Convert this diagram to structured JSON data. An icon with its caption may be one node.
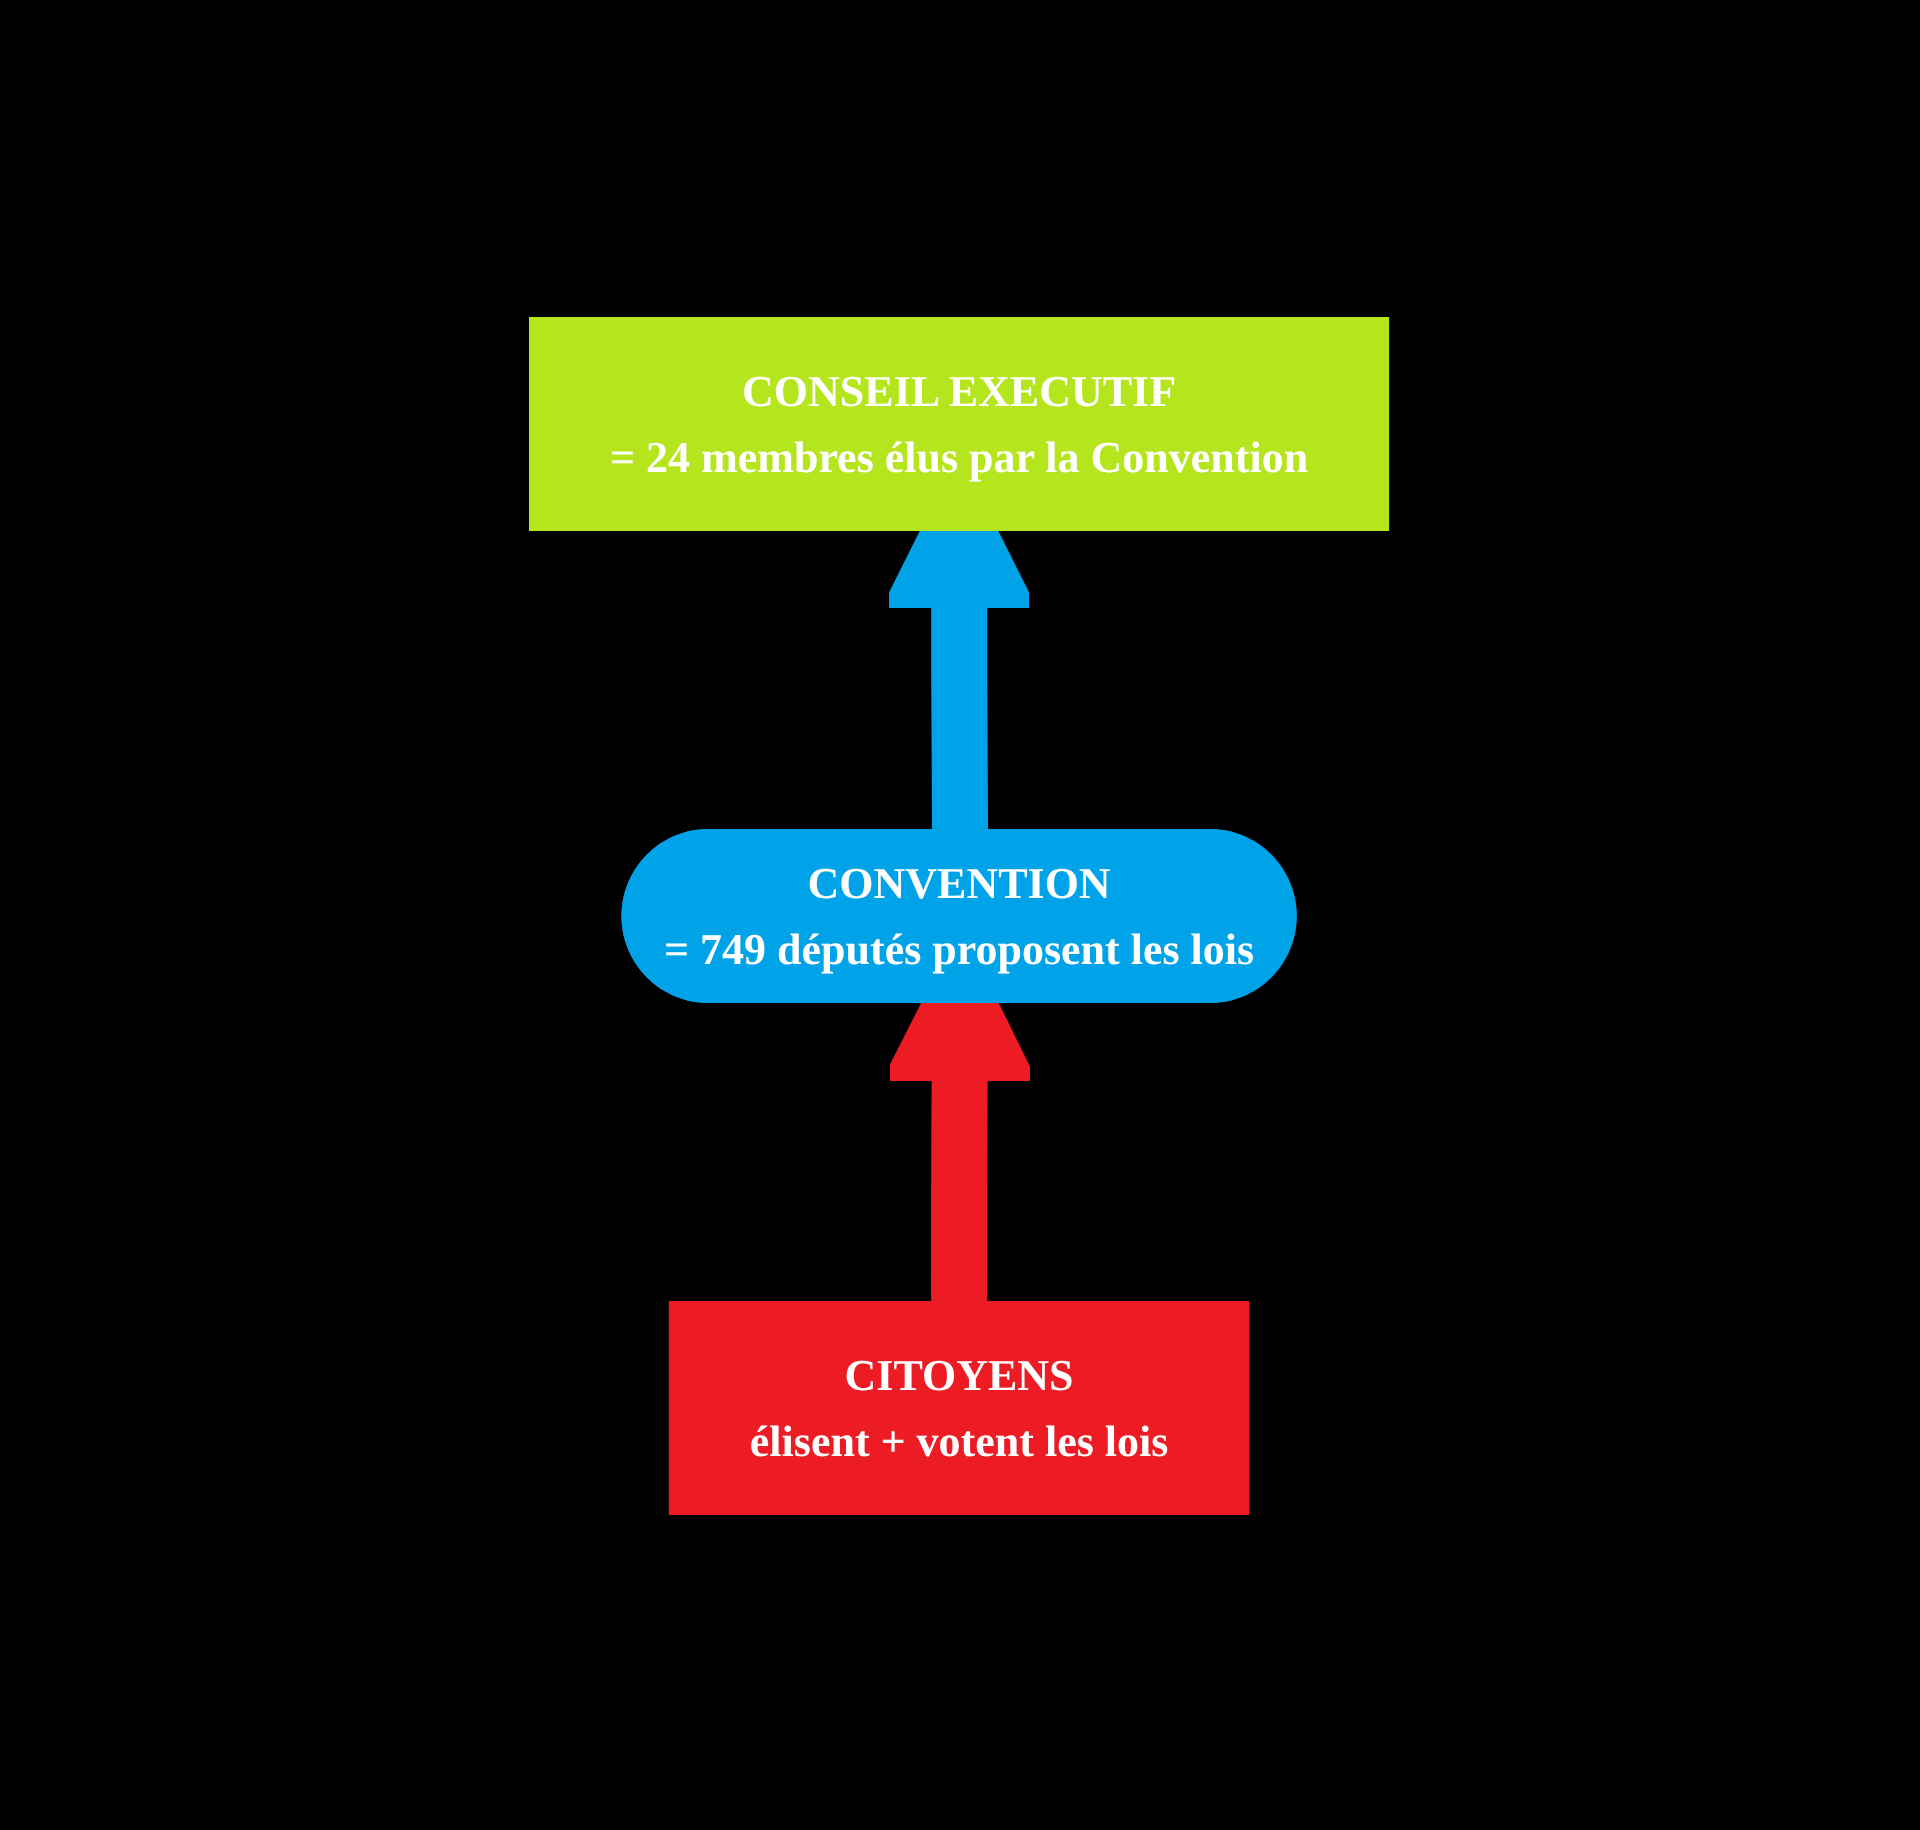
{
  "diagram": {
    "nodes": [
      {
        "text": [
          "CONSEIL EXECUTIF",
          "= 24 membres élus par la Convention"
        ]
      },
      {
        "text": [
          "CONVENTION",
          "= 749 députés proposent les lois"
        ]
      },
      {
        "text": [
          "CITOYENS",
          "élisent + votent les lois"
        ]
      }
    ],
    "edges": [
      {
        "from": 2,
        "to": 1,
        "arrow": "to",
        "color": "#ed1c24"
      },
      {
        "from": 1,
        "to": 0,
        "arrow": "to",
        "color": "#00a2e8"
      }
    ]
  }
}
